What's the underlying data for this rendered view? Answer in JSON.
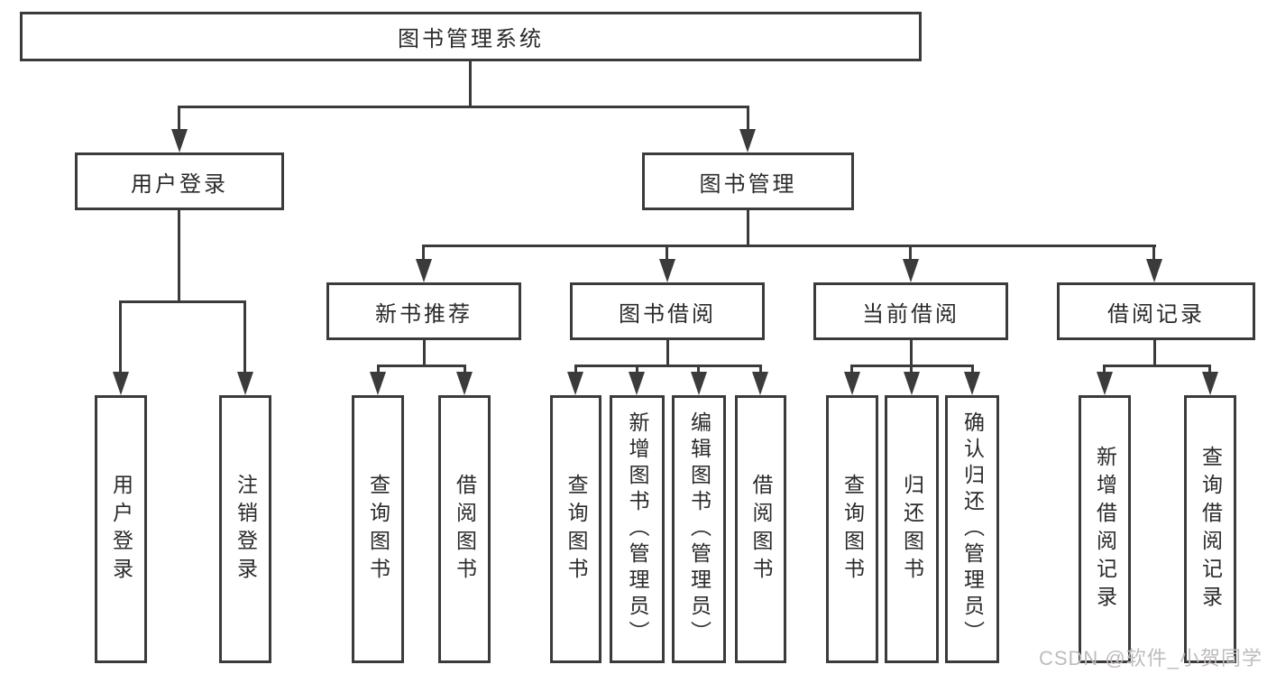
{
  "diagram": {
    "title_node": {
      "label": "图书管理系统"
    },
    "level2": [
      {
        "label": "用户登录"
      },
      {
        "label": "图书管理"
      }
    ],
    "level3": [
      {
        "label": "新书推荐",
        "parent": "图书管理"
      },
      {
        "label": "图书借阅",
        "parent": "图书管理"
      },
      {
        "label": "当前借阅",
        "parent": "图书管理"
      },
      {
        "label": "借阅记录",
        "parent": "图书管理"
      }
    ],
    "leaves": [
      {
        "label": "用户登录",
        "parent": "用户登录"
      },
      {
        "label": "注销登录",
        "parent": "用户登录"
      },
      {
        "label": "查询图书",
        "parent": "新书推荐"
      },
      {
        "label": "借阅图书",
        "parent": "新书推荐"
      },
      {
        "label": "查询图书",
        "parent": "图书借阅"
      },
      {
        "label": "新增图书（管理员）",
        "parent": "图书借阅"
      },
      {
        "label": "编辑图书（管理员）",
        "parent": "图书借阅"
      },
      {
        "label": "借阅图书",
        "parent": "图书借阅"
      },
      {
        "label": "查询图书",
        "parent": "当前借阅"
      },
      {
        "label": "归还图书",
        "parent": "当前借阅"
      },
      {
        "label": "确认归还（管理员）",
        "parent": "当前借阅"
      },
      {
        "label": "新增借阅记录",
        "parent": "借阅记录"
      },
      {
        "label": "查询借阅记录",
        "parent": "借阅记录"
      }
    ]
  },
  "watermark": {
    "text": "CSDN @软件_小贺同学"
  },
  "colors": {
    "line": "#3b3b3b",
    "text": "#2a2a2a",
    "watermark": "#c1bbbb",
    "background": "#ffffff"
  }
}
